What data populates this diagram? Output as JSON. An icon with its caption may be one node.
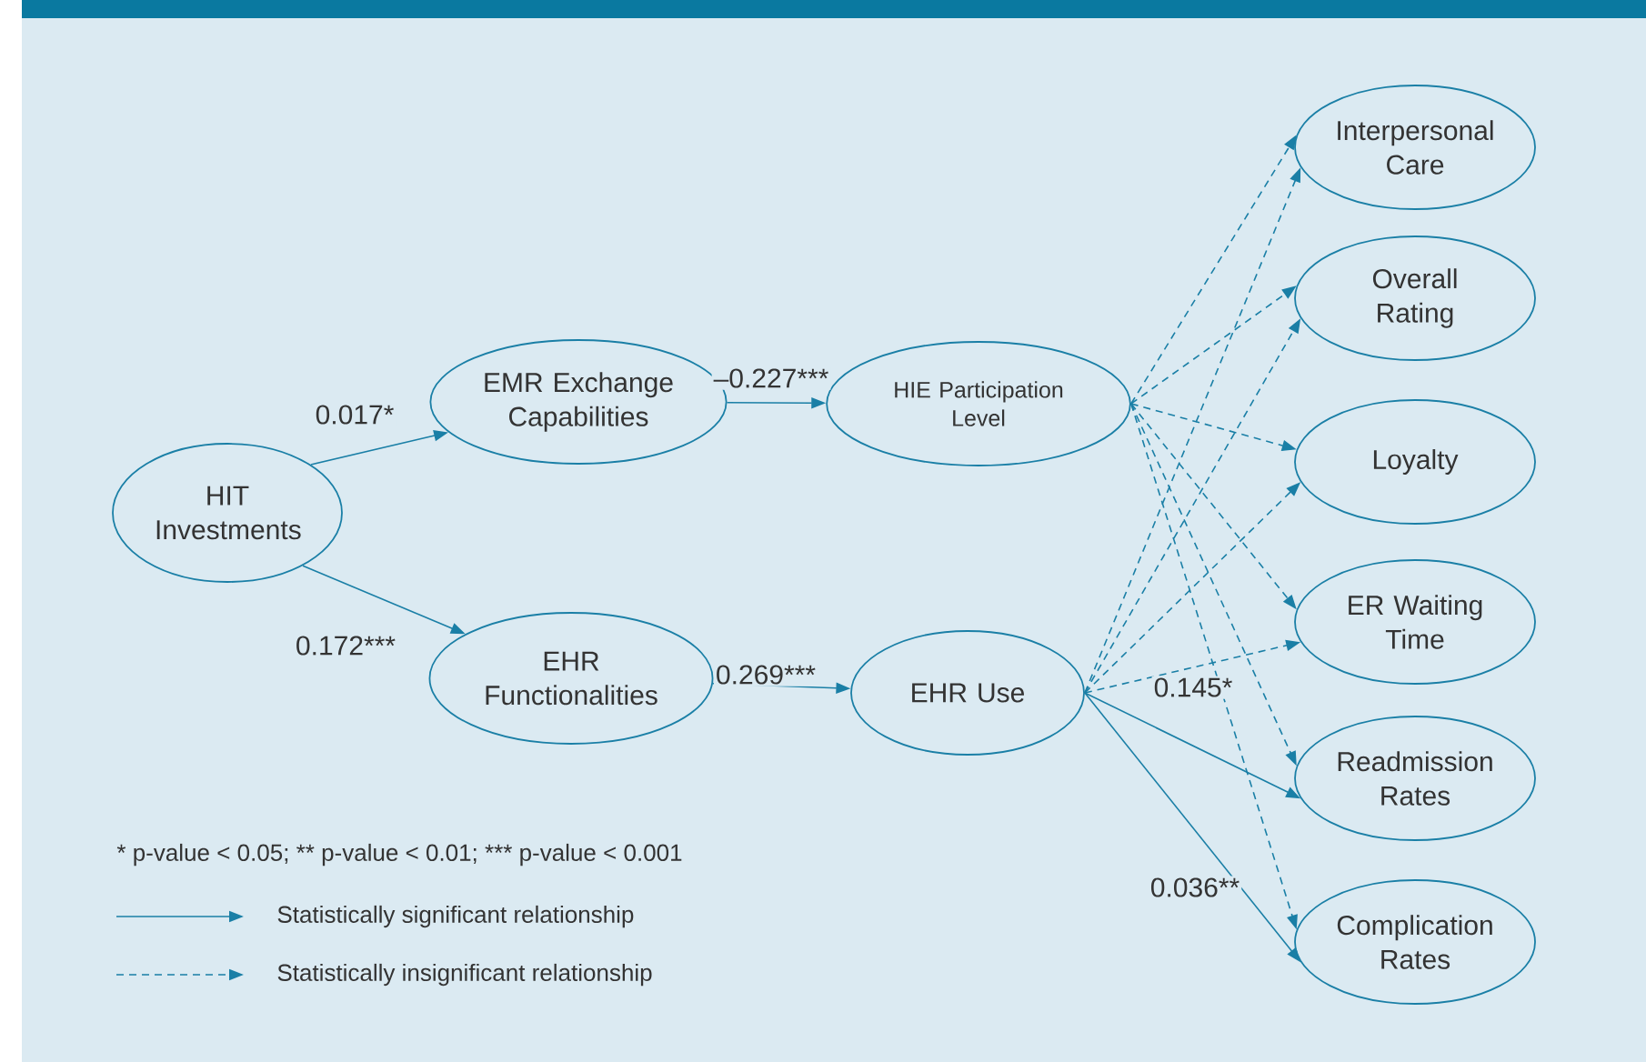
{
  "diagram": {
    "nodes": [
      {
        "text": [
          "HIT Investments"
        ]
      },
      {
        "text": [
          "EMR Exchange Capabilities"
        ]
      },
      {
        "text": [
          "EHR Functionalities"
        ]
      },
      {
        "text": [
          "HIE Participation Level"
        ]
      },
      {
        "text": [
          "EHR Use"
        ]
      },
      {
        "text": [
          "Interpersonal Care"
        ]
      },
      {
        "text": [
          "Overall Rating"
        ]
      },
      {
        "text": [
          "Loyalty"
        ]
      },
      {
        "text": [
          "ER Waiting Time"
        ]
      },
      {
        "text": [
          "Readmission Rates"
        ]
      },
      {
        "text": [
          "Complication Rates"
        ]
      }
    ],
    "edges": [
      {
        "from": 0,
        "to": 1,
        "arrow": "to",
        "label": "0.017*"
      },
      {
        "from": 0,
        "to": 2,
        "arrow": "to",
        "label": "0.172***"
      },
      {
        "from": 1,
        "to": 3,
        "arrow": "to",
        "label": "–0.227***"
      },
      {
        "from": 2,
        "to": 4,
        "arrow": "to",
        "label": "0.269***"
      },
      {
        "from": 3,
        "to": 5,
        "arrow": "to",
        "style": "dashed"
      },
      {
        "from": 3,
        "to": 6,
        "arrow": "to",
        "style": "dashed"
      },
      {
        "from": 3,
        "to": 7,
        "arrow": "to",
        "style": "dashed"
      },
      {
        "from": 3,
        "to": 8,
        "arrow": "to",
        "style": "dashed"
      },
      {
        "from": 3,
        "to": 9,
        "arrow": "to",
        "style": "dashed"
      },
      {
        "from": 3,
        "to": 10,
        "arrow": "to",
        "style": "dashed"
      },
      {
        "from": 4,
        "to": 5,
        "arrow": "to",
        "style": "dashed"
      },
      {
        "from": 4,
        "to": 6,
        "arrow": "to",
        "style": "dashed"
      },
      {
        "from": 4,
        "to": 7,
        "arrow": "to",
        "style": "dashed"
      },
      {
        "from": 4,
        "to": 8,
        "arrow": "to",
        "style": "dashed"
      },
      {
        "from": 4,
        "to": 9,
        "arrow": "to",
        "label": "0.145*"
      },
      {
        "from": 4,
        "to": 10,
        "arrow": "to",
        "label": "0.036**"
      }
    ],
    "labels": [
      "* p-value < 0.05; ** p-value < 0.01; *** p-value < 0.001"
    ],
    "legend": [
      {
        "text": "Statistically significant relationship"
      },
      {
        "text": "Statistically insignificant relationship"
      }
    ]
  }
}
